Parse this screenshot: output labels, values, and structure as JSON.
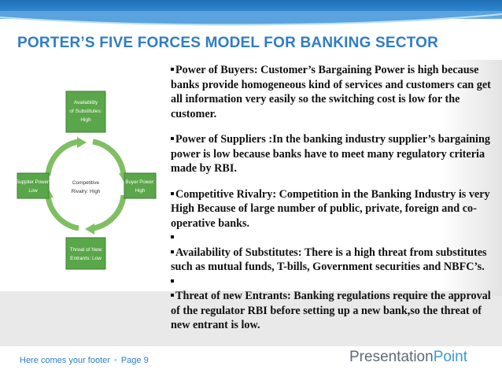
{
  "slide": {
    "title": "PORTER’S FIVE FORCES MODEL FOR BANKING SECTOR"
  },
  "diagram": {
    "top": {
      "line1": "Availability",
      "line2": "of Substitutes:",
      "line3": "High"
    },
    "left": {
      "line1": "Supplier Power:",
      "line2": "Low"
    },
    "center": {
      "line1": "Competitive",
      "line2": "Rivalry: High"
    },
    "right": {
      "line1": "Buyer Power:",
      "line2": "High"
    },
    "bottom": {
      "line1": "Threat of New",
      "line2": "Entrants: Low"
    },
    "colors": {
      "box": "#5aa64a",
      "arrow": "#7fbf63",
      "center": "#ffffff"
    }
  },
  "bullets": [
    "Power of Buyers: Customer’s Bargaining Power is high because banks provide homogeneous kind of services and customers can get all information very easily so the switching cost is low for the customer.",
    "Power of Suppliers :In the banking industry supplier’s bargaining power is low because banks have to meet many regulatory criteria made by RBI.",
    "Competitive Rivalry: Competition in the Banking Industry is very High Because of large number of public, private, foreign and co-operative banks.",
    "",
    "Availability of Substitutes: There is a high threat from substitutes such as mutual funds, T-bills, Government securities and NBFC’s.",
    "",
    "Threat of new Entrants: Banking regulations require the approval of the regulator RBI before setting up a new bank,so the threat of new entrant is low."
  ],
  "footer": {
    "text": "Here comes your footer",
    "separator": "◦",
    "page": "Page 9"
  },
  "brand": {
    "part1": "Presentation",
    "part2": "Point"
  },
  "theme": {
    "accent": "#2f7dc7",
    "topbar": "#2e86cf",
    "panel": "#e9e9e9"
  }
}
